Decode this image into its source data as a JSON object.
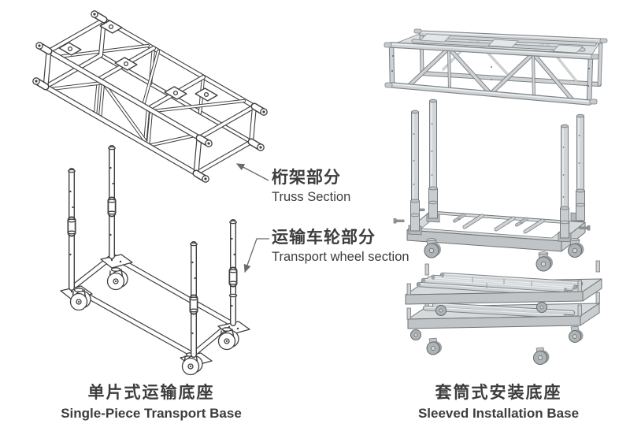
{
  "page": {
    "background": "#ffffff"
  },
  "left_panel": {
    "annotations": {
      "truss": {
        "zh": "桁架部分",
        "en": "Truss Section"
      },
      "wheels": {
        "zh": "运输车轮部分",
        "en": "Transport wheel section"
      }
    },
    "caption": {
      "zh": "单片式运输底座",
      "en": "Single-Piece Transport Base"
    },
    "drawings": [
      "truss-section-line-drawing",
      "transport-wheel-base-line-drawing"
    ]
  },
  "right_panel": {
    "caption": {
      "zh": "套筒式安装底座",
      "en": "Sleeved Installation Base"
    },
    "drawings": [
      "truss-section-render",
      "sleeved-post-base-render",
      "stacked-transport-bases-render"
    ]
  },
  "colors": {
    "background": "#ffffff",
    "text": "#3d3d3d",
    "line_art": "#3f3f3f",
    "leader_line": "#6b6b6b",
    "render_fill": "#d3d7d8",
    "render_outline": "#75797c"
  }
}
